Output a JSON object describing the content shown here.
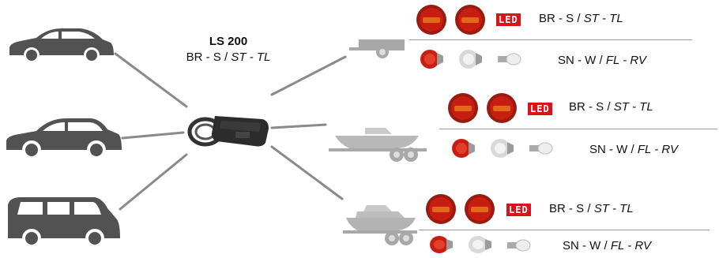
{
  "product": {
    "title": "LS 200",
    "spec_plain": "BR - S / ",
    "spec_italic": "ST - TL"
  },
  "vehicles": [
    {
      "name": "car",
      "icon": "sedan-icon"
    },
    {
      "name": "suv",
      "icon": "suv-icon"
    },
    {
      "name": "van",
      "icon": "van-icon"
    }
  ],
  "targets": [
    {
      "name": "trailer",
      "led_badge": "LED",
      "row1_plain": "BR - S / ",
      "row1_italic": "ST - TL",
      "row2_plain": "SN - W / ",
      "row2_italic": "FL - RV"
    },
    {
      "name": "boat-trailer",
      "led_badge": "LED",
      "row1_plain": "BR - S / ",
      "row1_italic": "ST - TL",
      "row2_plain": "SN - W / ",
      "row2_italic": "FL - RV"
    },
    {
      "name": "yacht-trailer",
      "led_badge": "LED",
      "row1_plain": "BR - S / ",
      "row1_italic": "ST - TL",
      "row2_plain": "SN - W / ",
      "row2_italic": "FL - RV"
    }
  ],
  "colors": {
    "silhouette": "#525252",
    "connector": "#8a8a8a",
    "lamp_red": "#c81e12",
    "lamp_orange": "#e06a1a",
    "led_red": "#d6141a"
  }
}
